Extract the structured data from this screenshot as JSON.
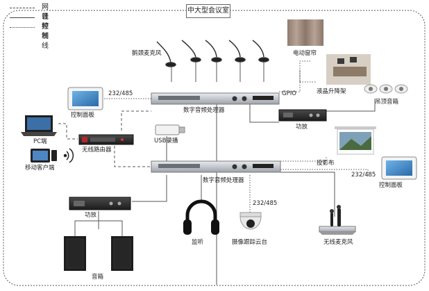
{
  "title": "中大型会议室",
  "legend": [
    {
      "label": "网线",
      "style": "dashed"
    },
    {
      "label": "音频线",
      "style": "solid"
    },
    {
      "label": "控制线",
      "style": "dotted"
    }
  ],
  "devices": {
    "gooseneck_mic": "鹅颈麦克风",
    "curtain": "电动窗帘",
    "lcd_lift": "液晶升降架",
    "ceiling_speaker": "吊顶音箱",
    "control_panel_left": "控制面板",
    "dsp_top": "数字音频处理器",
    "amp_top": "功放",
    "pc": "PC端",
    "router": "无线路由器",
    "mobile": "移动客户端",
    "usb": "USB录播",
    "projector": "投影布",
    "control_panel_right": "控制面板",
    "dsp_bottom": "数字音频处理器",
    "amp_bottom": "功放",
    "speaker": "音箱",
    "headphone": "监听",
    "camera": "摄像跟踪云台",
    "wireless_mic": "无线麦克风"
  },
  "ports": {
    "rs_left": "232/485",
    "gpio": "GPIO",
    "rs_right": "232/485",
    "rs_camera": "232/485"
  },
  "colors": {
    "line": "#555555",
    "device_dark": "#2b2b2b",
    "rack_silver": "#c9ccd1",
    "screen_blue": "#3a7fc0"
  }
}
